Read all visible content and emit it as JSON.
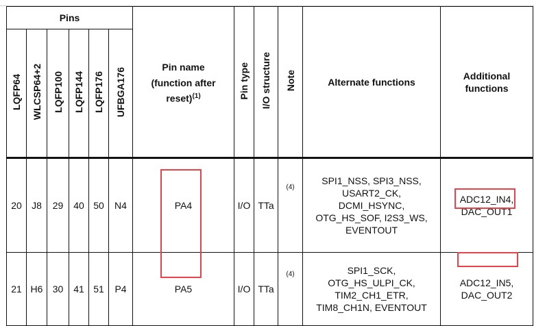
{
  "header": {
    "pins_group": "Pins",
    "pin_columns": [
      "LQFP64",
      "WLCSP64+2",
      "LQFP100",
      "LQFP144",
      "LQFP176",
      "UFBGA176"
    ],
    "pin_name": "Pin name",
    "pin_name_sub": "(function after",
    "pin_name_sub2": "reset)",
    "pin_name_note": "(1)",
    "pin_type": "Pin type",
    "io_structure": "I/O structure",
    "note": "Note",
    "alternate_functions": "Alternate functions",
    "additional_functions_1": "Additional",
    "additional_functions_2": "functions"
  },
  "rows": [
    {
      "pins": [
        "20",
        "J8",
        "29",
        "40",
        "50",
        "N4"
      ],
      "pin_name": "PA4",
      "pin_type": "I/O",
      "io_structure": "TTa",
      "note": "(4)",
      "alternate": [
        "SPI1_NSS, SPI3_NSS,",
        "USART2_CK,",
        "DCMI_HSYNC,",
        "OTG_HS_SOF, I2S3_WS,",
        "EVENTOUT"
      ],
      "additional": [
        "ADC12_IN4,",
        "DAC_OUT1"
      ]
    },
    {
      "pins": [
        "21",
        "H6",
        "30",
        "41",
        "51",
        "P4"
      ],
      "pin_name": "PA5",
      "pin_type": "I/O",
      "io_structure": "TTa",
      "note": "(4)",
      "alternate": [
        "SPI1_SCK,",
        "OTG_HS_ULPI_CK,",
        "TIM2_CH1_ETR,",
        "TIM8_CH1N, EVENTOUT"
      ],
      "additional": [
        "ADC12_IN5,",
        "DAC_OUT2"
      ]
    }
  ],
  "highlight_color": "#e8414a"
}
